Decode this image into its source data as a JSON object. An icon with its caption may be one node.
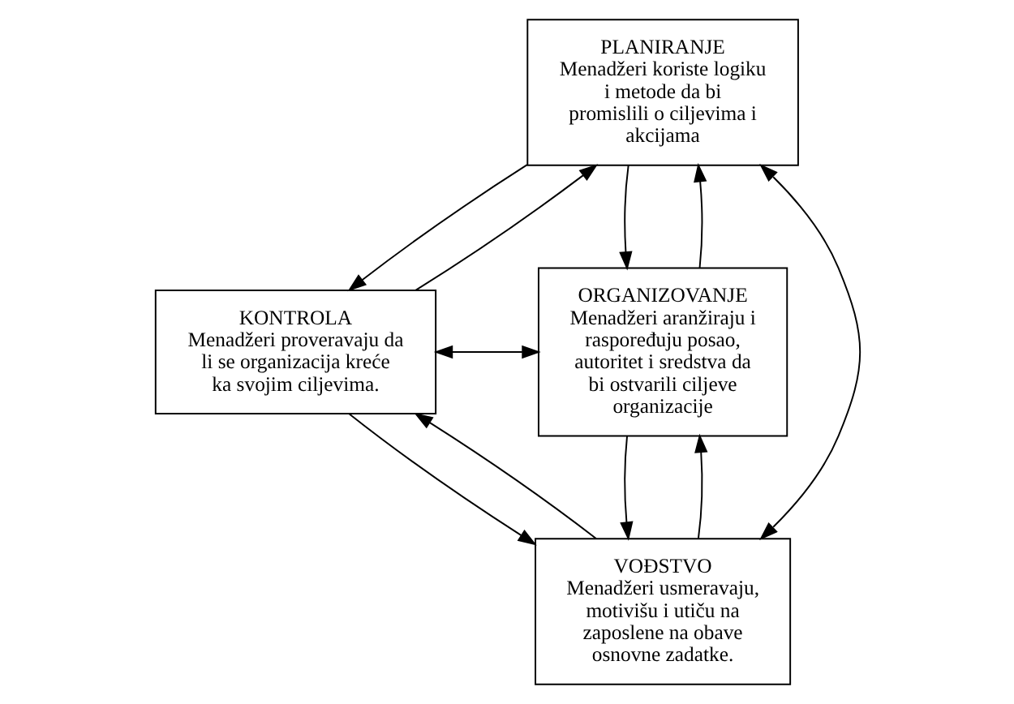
{
  "diagram": {
    "nodes": [
      {
        "text": [
          "PLANIRANJE",
          "Menadžeri koriste logiku i metode da bi promislili o ciljevima i akcijama"
        ]
      },
      {
        "text": [
          "KONTROLA",
          "Menadžeri proveravaju da li se organizacija kreće ka svojim ciljevima."
        ]
      },
      {
        "text": [
          "ORGANIZOVANJE",
          "Menadžeri aranžiraju i raspoređuju posao, autoritet i sredstva da bi ostvarili ciljeve organizacije"
        ]
      },
      {
        "text": [
          "VOĐSTVO",
          "Menadžeri usmeravaju, motivišu i utiču na zaposlene na obave osnovne zadatke."
        ]
      }
    ],
    "edges": [
      {
        "from": 1,
        "to": 0,
        "arrow": "to"
      },
      {
        "from": 0,
        "to": 1,
        "arrow": "to"
      },
      {
        "from": 0,
        "to": 2,
        "arrow": "to"
      },
      {
        "from": 2,
        "to": 0,
        "arrow": "to"
      },
      {
        "from": 0,
        "to": 3,
        "arrow": "both"
      },
      {
        "from": 1,
        "to": 2,
        "arrow": "both"
      },
      {
        "from": 3,
        "to": 2,
        "arrow": "to"
      },
      {
        "from": 2,
        "to": 3,
        "arrow": "to"
      },
      {
        "from": 1,
        "to": 3,
        "arrow": "to"
      },
      {
        "from": 3,
        "to": 1,
        "arrow": "to"
      }
    ]
  }
}
